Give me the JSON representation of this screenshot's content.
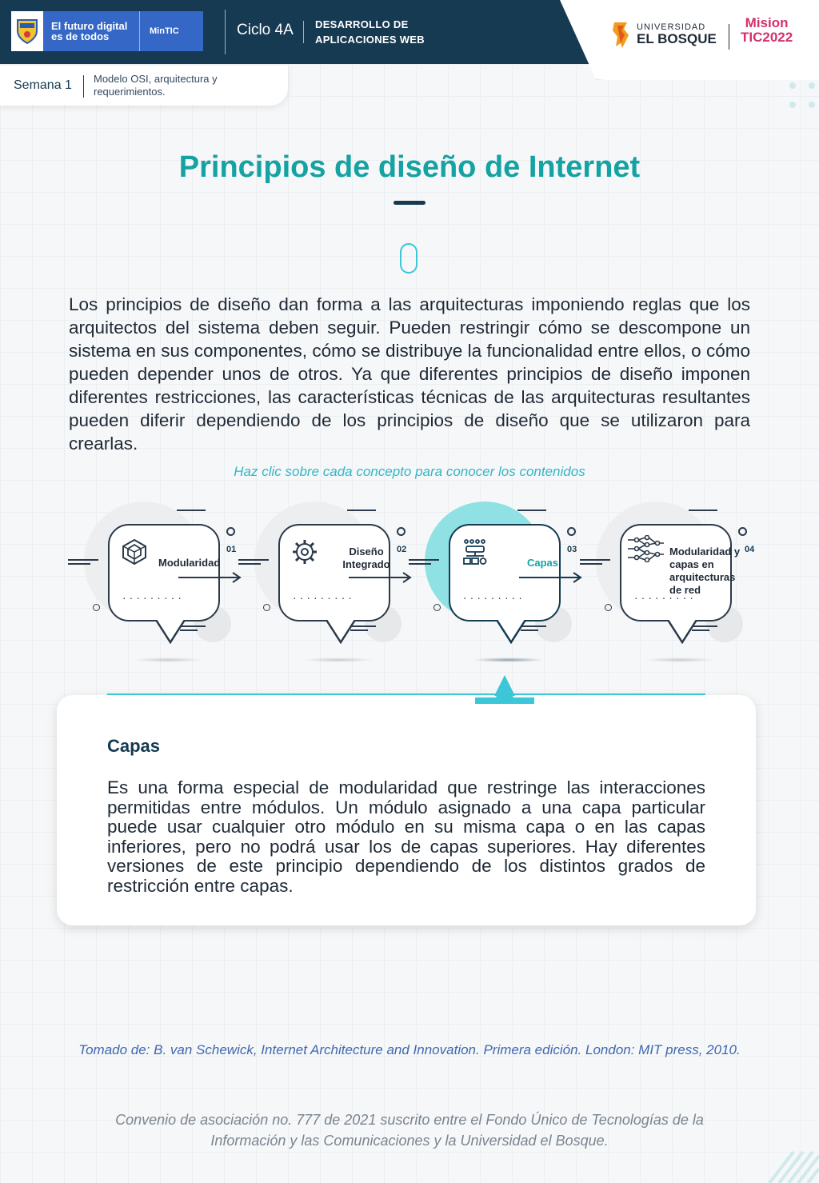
{
  "header": {
    "gov_line1": "El futuro digital",
    "gov_line2": "es de todos",
    "mintic": "MinTIC",
    "ciclo": "Ciclo 4A",
    "curso_line1": "DESARROLLO DE",
    "curso_line2": "APLICACIONES WEB",
    "uni_small": "UNIVERSIDAD",
    "uni_big": "EL BOSQUE",
    "mision_line1": "Mision",
    "mision_line2": "TIC2022"
  },
  "week": {
    "label": "Semana 1",
    "topic": "Modelo OSI, arquitectura y requerimientos."
  },
  "page": {
    "title": "Principios de diseño de Internet",
    "intro": "Los principios de diseño dan forma a las arquitecturas imponiendo reglas que los arquitectos del sistema deben seguir. Pueden restringir cómo se descompone un sistema en sus componentes, cómo se distribuye la funcionalidad entre ellos, o cómo pueden depender unos de otros. Ya que diferentes principios de diseño imponen diferentes restricciones, las características técnicas de las arquitecturas resultantes pueden diferir dependiendo de los principios de diseño que se utilizaron para crearlas.",
    "hint": "Haz clic sobre cada concepto para conocer los contenidos"
  },
  "concepts": [
    {
      "num": "01",
      "label": "Modularidad",
      "icon": "cube-network-icon",
      "active": false
    },
    {
      "num": "02",
      "label": "Diseño Integrado",
      "icon": "gear-icon",
      "active": false
    },
    {
      "num": "03",
      "label": "Capas",
      "icon": "layers-network-icon",
      "active": true
    },
    {
      "num": "04",
      "label": "Modularidad y capas en arquitecturas de red",
      "icon": "neural-network-icon",
      "active": false
    }
  ],
  "content_card": {
    "title": "Capas",
    "text": "Es una forma especial de modularidad que restringe las interacciones permitidas entre módulos. Un módulo asignado a una capa particular puede usar cualquier otro módulo en su misma capa o en las capas inferiores, pero no podrá usar los de capas superiores. Hay diferentes versiones de este principio dependiendo de los distintos grados de restricción entre capas."
  },
  "source": "Tomado de: B. van Schewick, Internet Architecture and Innovation. Primera edición. London: MIT press, 2010.",
  "footer": "Convenio de asociación no. 777 de 2021 suscrito entre el Fondo Único de Tecnologías de la Información y las Comunicaciones y la Universidad el Bosque.",
  "colors": {
    "primary_dark": "#163a52",
    "teal": "#14a2a3",
    "cyan": "#3cc7d9",
    "gov_blue": "#3467c6",
    "mision_pink": "#d4306e"
  }
}
